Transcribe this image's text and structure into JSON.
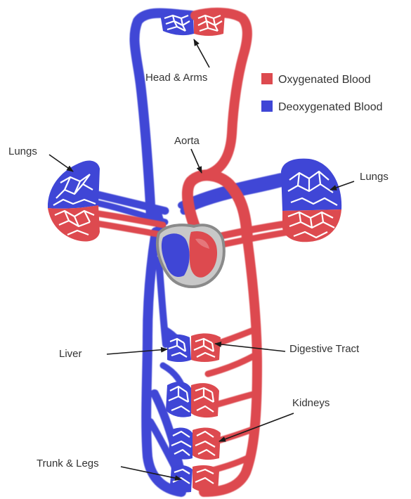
{
  "legend": {
    "oxygenated_label": "Oxygenated Blood",
    "deoxygenated_label": "Deoxygenated Blood"
  },
  "colors": {
    "oxygenated": "#dd4a4f",
    "deoxygenated": "#3f46d6",
    "heart_outline": "#8a8a8a",
    "background": "#ffffff"
  },
  "labels": {
    "head_arms": "Head & Arms",
    "aorta": "Aorta",
    "lungs_left": "Lungs",
    "lungs_right": "Lungs",
    "liver": "Liver",
    "digestive_tract": "Digestive Tract",
    "kidneys": "Kidneys",
    "trunk_legs": "Trunk & Legs"
  }
}
